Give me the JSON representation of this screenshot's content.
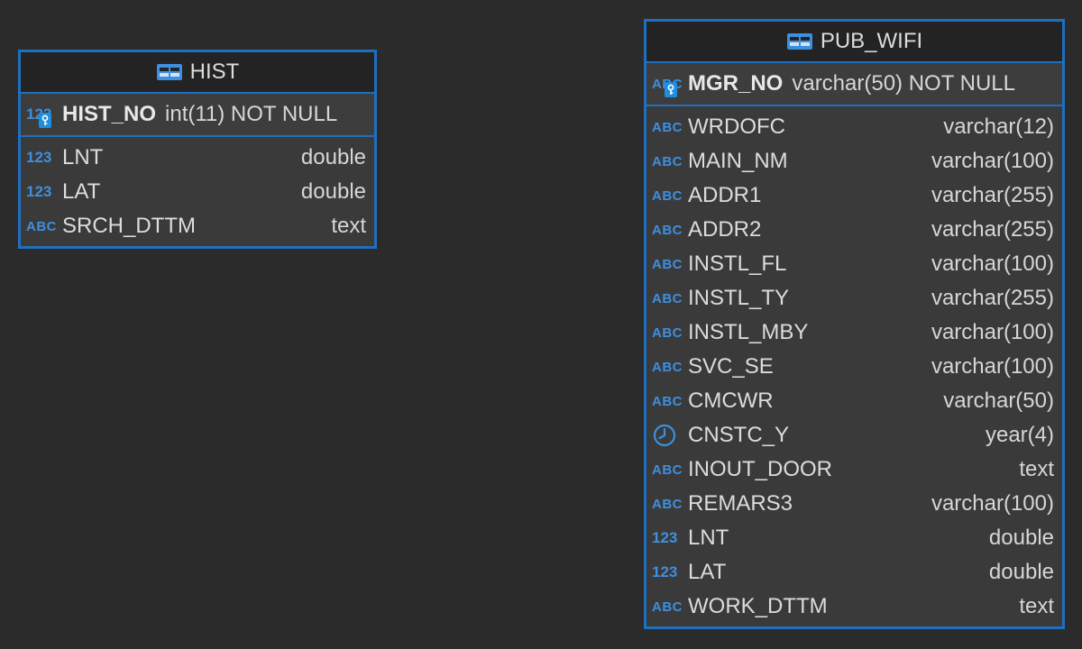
{
  "tables": {
    "hist": {
      "name": "HIST",
      "pk": {
        "name": "HIST_NO",
        "type": "int(11) NOT NULL",
        "icon": "numeric-key-icon"
      },
      "columns": [
        {
          "name": "LNT",
          "type": "double",
          "icon": "numeric-type-icon"
        },
        {
          "name": "LAT",
          "type": "double",
          "icon": "numeric-type-icon"
        },
        {
          "name": "SRCH_DTTM",
          "type": "text",
          "icon": "string-type-icon"
        }
      ]
    },
    "pub_wifi": {
      "name": "PUB_WIFI",
      "pk": {
        "name": "MGR_NO",
        "type": "varchar(50) NOT NULL",
        "icon": "string-key-icon"
      },
      "columns": [
        {
          "name": "WRDOFC",
          "type": "varchar(12)",
          "icon": "string-type-icon"
        },
        {
          "name": "MAIN_NM",
          "type": "varchar(100)",
          "icon": "string-type-icon"
        },
        {
          "name": "ADDR1",
          "type": "varchar(255)",
          "icon": "string-type-icon"
        },
        {
          "name": "ADDR2",
          "type": "varchar(255)",
          "icon": "string-type-icon"
        },
        {
          "name": "INSTL_FL",
          "type": "varchar(100)",
          "icon": "string-type-icon"
        },
        {
          "name": "INSTL_TY",
          "type": "varchar(255)",
          "icon": "string-type-icon"
        },
        {
          "name": "INSTL_MBY",
          "type": "varchar(100)",
          "icon": "string-type-icon"
        },
        {
          "name": "SVC_SE",
          "type": "varchar(100)",
          "icon": "string-type-icon"
        },
        {
          "name": "CMCWR",
          "type": "varchar(50)",
          "icon": "string-type-icon"
        },
        {
          "name": "CNSTC_Y",
          "type": "year(4)",
          "icon": "clock-icon"
        },
        {
          "name": "INOUT_DOOR",
          "type": "text",
          "icon": "string-type-icon"
        },
        {
          "name": "REMARS3",
          "type": "varchar(100)",
          "icon": "string-type-icon"
        },
        {
          "name": "LNT",
          "type": "double",
          "icon": "numeric-type-icon"
        },
        {
          "name": "LAT",
          "type": "double",
          "icon": "numeric-type-icon"
        },
        {
          "name": "WORK_DTTM",
          "type": "text",
          "icon": "string-type-icon"
        }
      ]
    }
  },
  "icon_glyphs": {
    "string": "ABC",
    "numeric": "123"
  },
  "colors": {
    "accent": "#1f6fc0",
    "icon": "#3d8fe0",
    "background": "#2b2b2b",
    "table_body": "#3a3a3a",
    "header": "#232323"
  }
}
